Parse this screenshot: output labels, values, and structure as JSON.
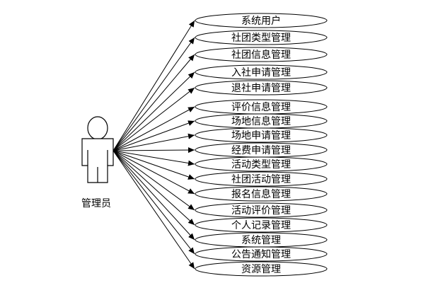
{
  "actor": {
    "label": "管理员",
    "icon": "person-icon"
  },
  "use_cases": [
    "系统用户",
    "社团类型管理",
    "社团信息管理",
    "入社申请管理",
    "退社申请管理",
    "评价信息管理",
    "场地信息管理",
    "场地申请管理",
    "经费申请管理",
    "活动类型管理",
    "社团活动管理",
    "报名信息管理",
    "活动评价管理",
    "个人记录管理",
    "系统管理",
    "公告通知管理",
    "资源管理"
  ]
}
